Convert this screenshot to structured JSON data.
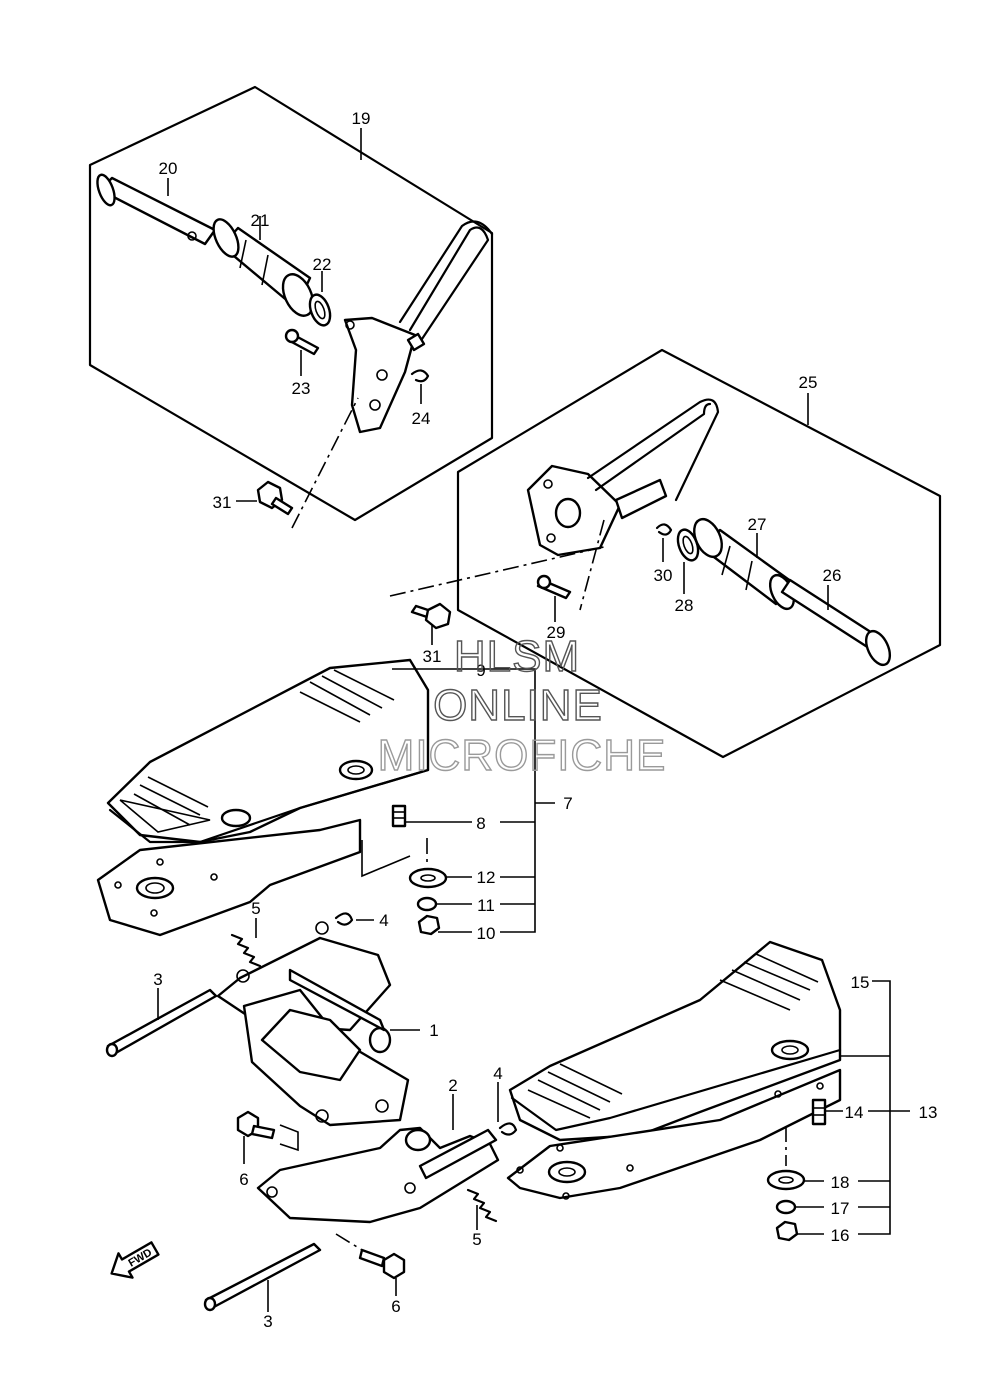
{
  "watermark": {
    "line1": "HLSM",
    "line2": "ONLINE",
    "line3": "MICROFICHE"
  },
  "fwd_arrow": {
    "text": "FWD"
  },
  "callouts": [
    "19",
    "20",
    "21",
    "22",
    "23",
    "24",
    "31",
    "25",
    "26",
    "27",
    "28",
    "29",
    "30",
    "31",
    "9",
    "7",
    "8",
    "12",
    "11",
    "10",
    "5",
    "4",
    "3",
    "1",
    "2",
    "4",
    "6",
    "15",
    "13",
    "14",
    "18",
    "17",
    "16",
    "5",
    "3",
    "6"
  ]
}
